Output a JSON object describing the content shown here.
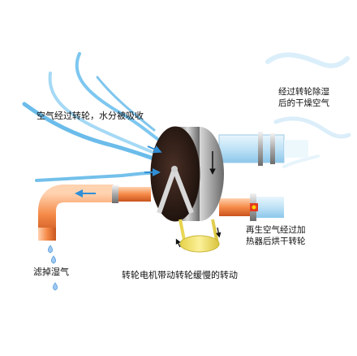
{
  "labels": {
    "air_through_wheel": "空气经过转轮，水分被吸收",
    "dry_air_line1": "经过转轮除湿",
    "dry_air_line2": "后的干燥空气",
    "regen_line1": "再生空气经过加",
    "regen_line2": "热器后烘干转轮",
    "filter_wet": "滤掉湿气",
    "motor": "转轮电机带动转轮缓慢的转动"
  },
  "colors": {
    "wheel_face": "#2a1a14",
    "wheel_rim": "#8f8f8f",
    "process_air": "#5bb5e8",
    "regen_pipe": "#f07a3c",
    "belt": "#f2e36a",
    "moisture": "#9ec9f2"
  },
  "icons": [
    "wind-stream-icon",
    "water-drop-icon",
    "heater-icon",
    "motor-icon",
    "direction-arrow-icon"
  ]
}
